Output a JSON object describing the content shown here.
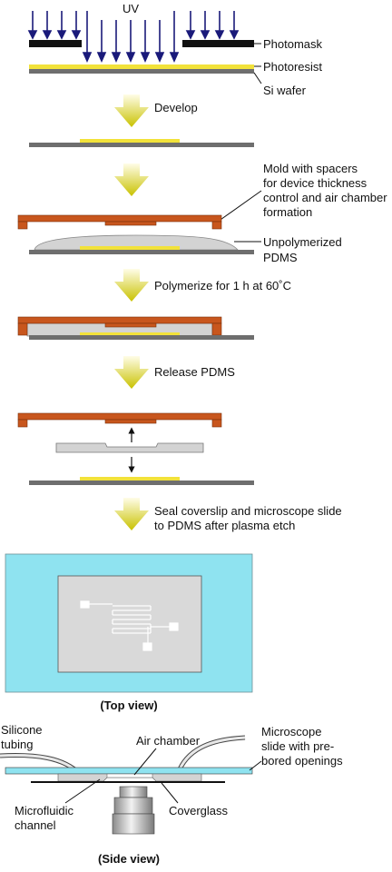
{
  "labels": {
    "uv": "UV",
    "photomask": "Photomask",
    "photoresist": "Photoresist",
    "si_wafer": "Si wafer",
    "develop": "Develop",
    "mold_line1": "Mold with spacers",
    "mold_line2": "for device thickness",
    "mold_line3": "control and air chamber",
    "mold_line4": "formation",
    "unpoly_line1": "Unpolymerized",
    "unpoly_line2": "PDMS",
    "polymerize": "Polymerize for 1 h at 60˚C",
    "release": "Release PDMS",
    "seal_line1": "Seal coverslip and microscope slide",
    "seal_line2": "to PDMS after plasma etch",
    "top_view": "(Top view)",
    "silicone_line1": "Silicone",
    "silicone_line2": "tubing",
    "air_chamber": "Air chamber",
    "slide_line1": "Microscope",
    "slide_line2": "slide with pre-",
    "slide_line3": "bored openings",
    "micro_line1": "Microfluidic",
    "micro_line2": "channel",
    "coverglass": "Coverglass",
    "side_view": "(Side view)"
  },
  "colors": {
    "uv_arrow": "#1a1a7a",
    "photomask": "#111111",
    "photoresist": "#f2e23a",
    "wafer": "#6e6e6e",
    "process_arrow_top": "#fffbe0",
    "process_arrow_bottom": "#c9c400",
    "mold": "#c8561d",
    "pdms": "#d3d3d3",
    "slide": "#8fe3f0"
  }
}
